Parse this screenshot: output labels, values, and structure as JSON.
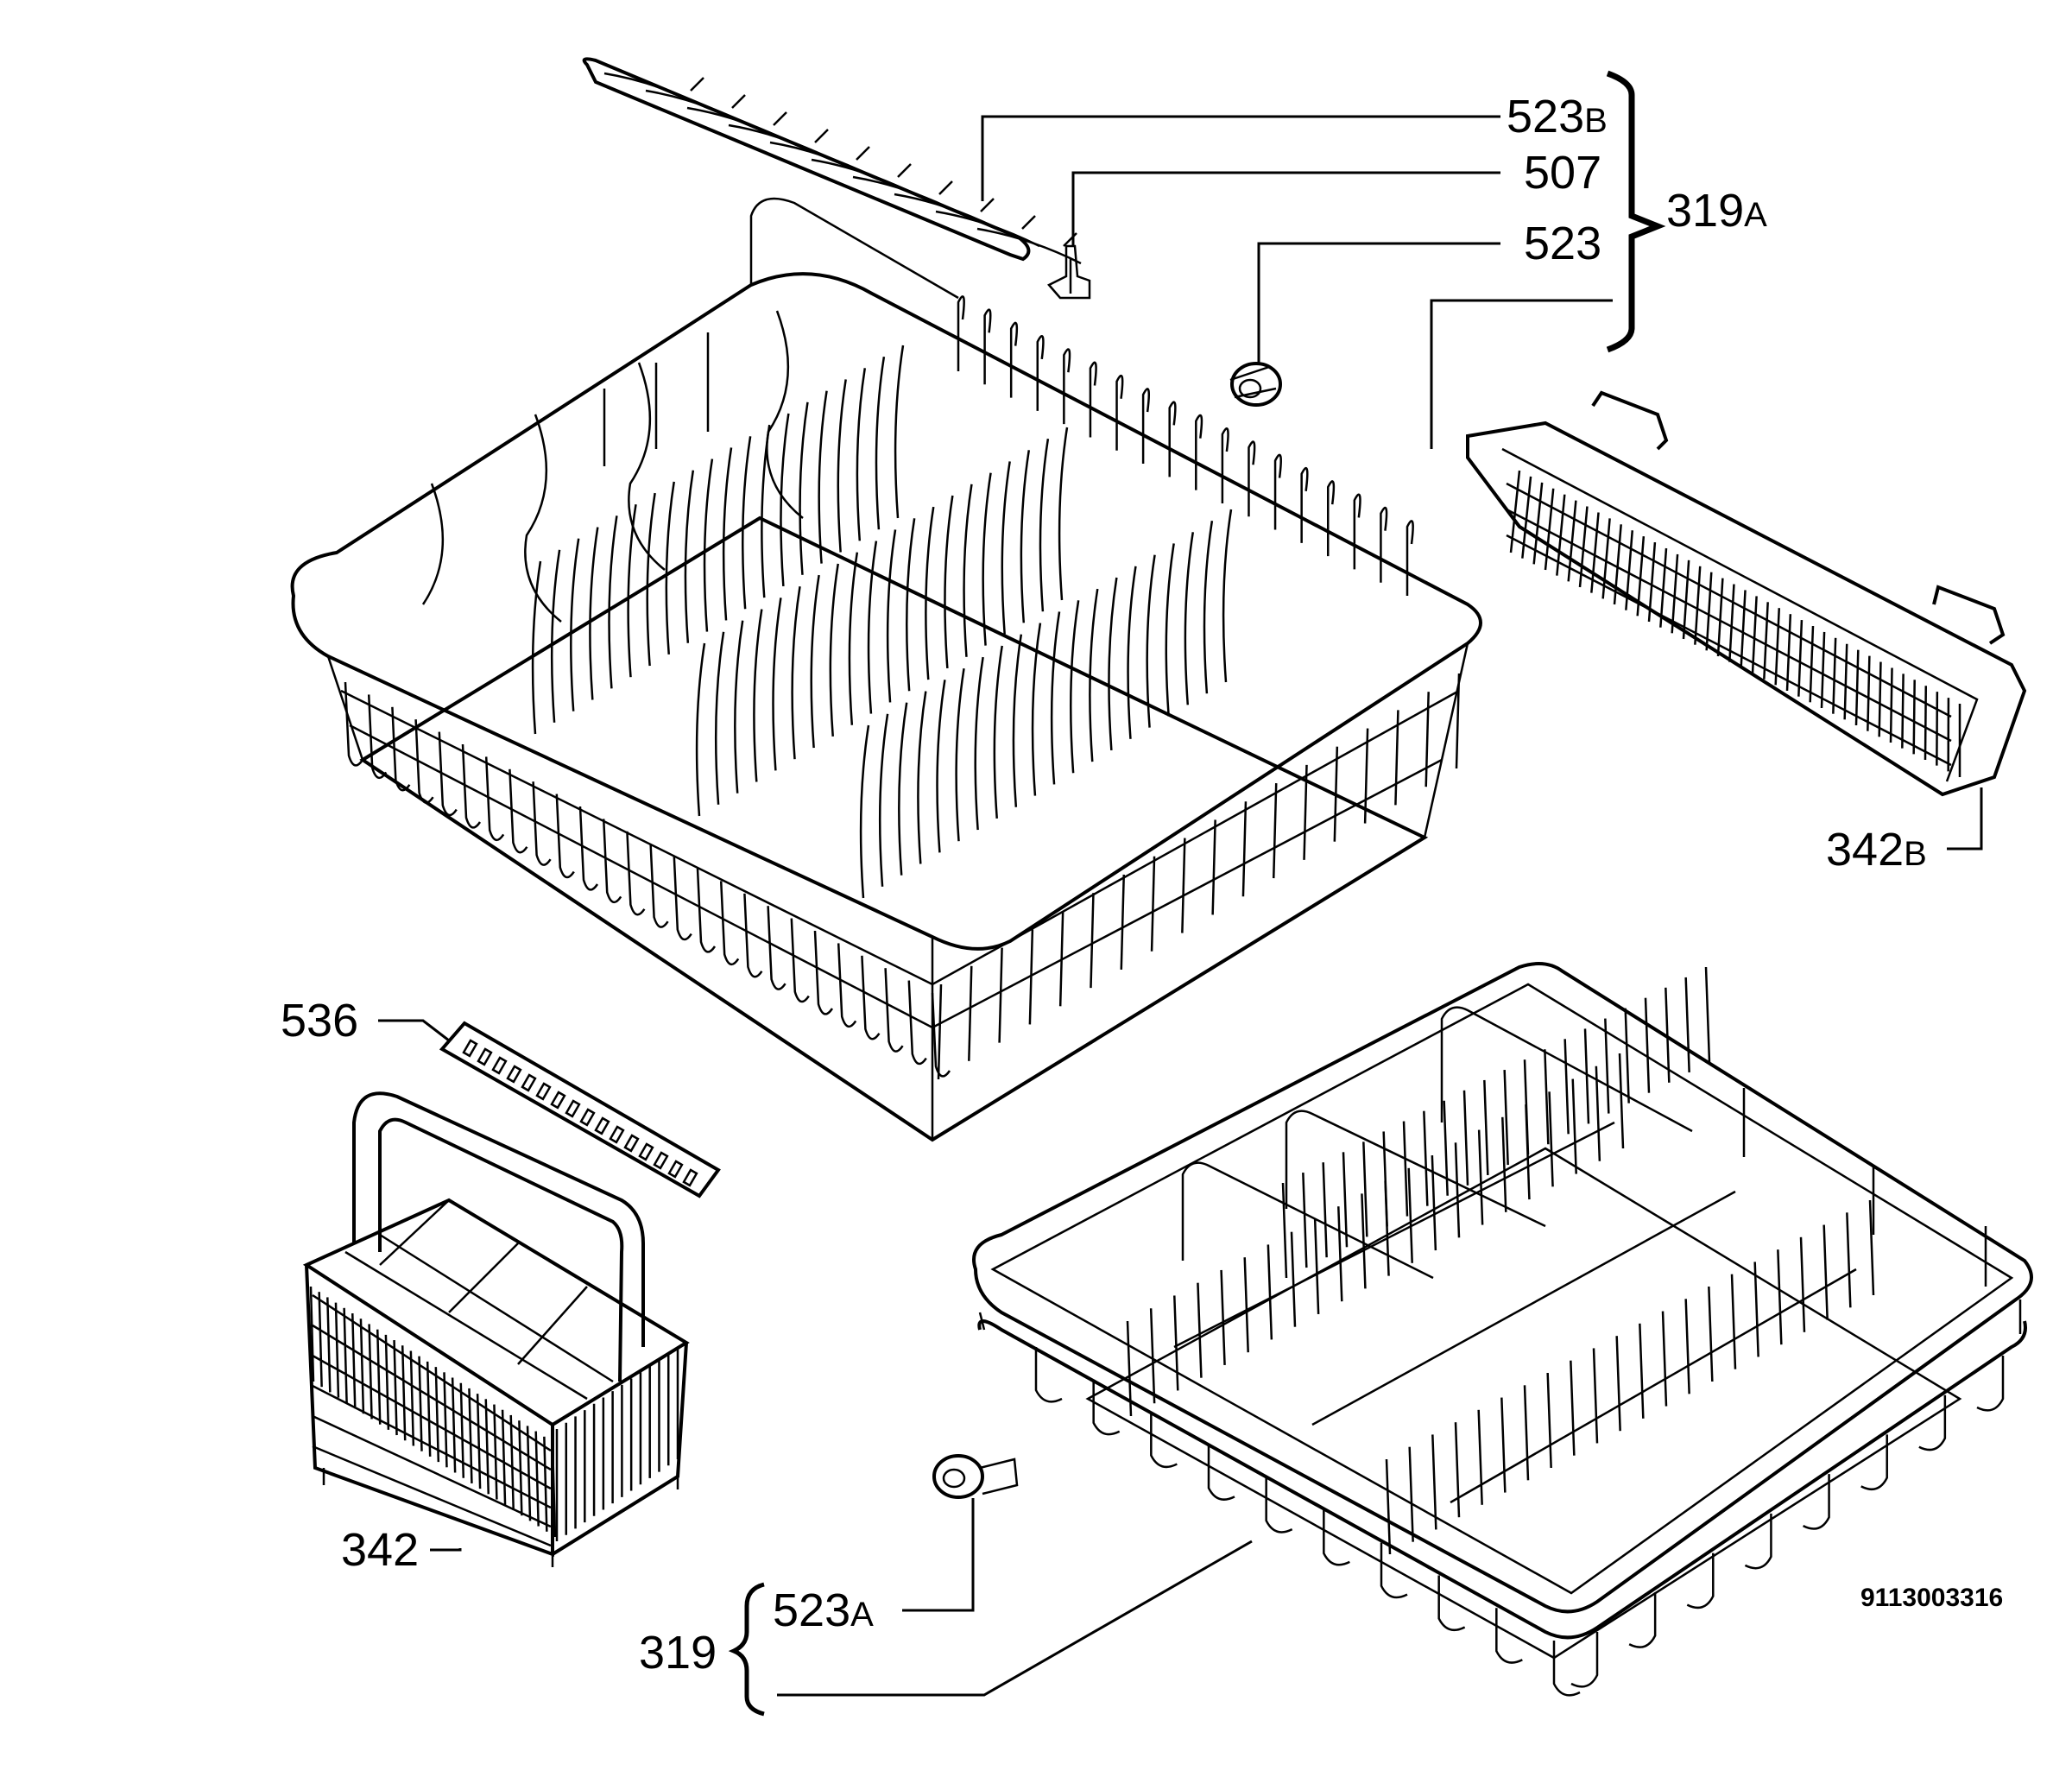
{
  "labels": {
    "p523b": {
      "num": "523",
      "suffix": "B"
    },
    "p507": {
      "num": "507"
    },
    "p523": {
      "num": "523"
    },
    "p319a": {
      "num": "319",
      "suffix": "A"
    },
    "p342b": {
      "num": "342",
      "suffix": "B"
    },
    "p536": {
      "num": "536"
    },
    "p342": {
      "num": "342"
    },
    "p523a": {
      "num": "523",
      "suffix": "A"
    },
    "p319": {
      "num": "319"
    }
  },
  "drawing_code": "9113003316"
}
